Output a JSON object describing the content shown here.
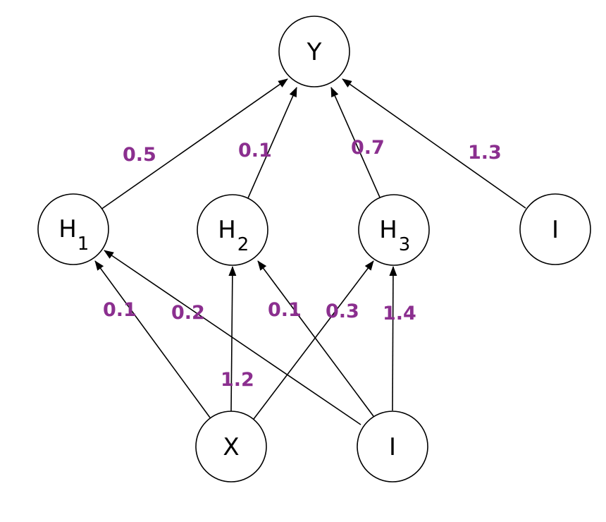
{
  "colors": {
    "node_stroke": "#000000",
    "edge": "#000000",
    "weight_text": "#8B2F8F"
  },
  "nodes": {
    "y": {
      "label": "Y",
      "sub": ""
    },
    "h1": {
      "label": "H",
      "sub": "1"
    },
    "h2": {
      "label": "H",
      "sub": "2"
    },
    "h3": {
      "label": "H",
      "sub": "3"
    },
    "bias_hidden": {
      "label": "I",
      "sub": ""
    },
    "x": {
      "label": "X",
      "sub": ""
    },
    "bias_input": {
      "label": "I",
      "sub": ""
    }
  },
  "edges": {
    "h1_y": {
      "from": "H1",
      "to": "Y",
      "weight": "0.5"
    },
    "h2_y": {
      "from": "H2",
      "to": "Y",
      "weight": "0.1"
    },
    "h3_y": {
      "from": "H3",
      "to": "Y",
      "weight": "0.7"
    },
    "bias_y": {
      "from": "I",
      "to": "Y",
      "weight": "1.3"
    },
    "x_h1": {
      "from": "X",
      "to": "H1",
      "weight": "0.1"
    },
    "bias_h1": {
      "from": "I",
      "to": "H1",
      "weight": "0.2"
    },
    "bias_h2": {
      "from": "I",
      "to": "H2",
      "weight": "0.1"
    },
    "x_h3": {
      "from": "X",
      "to": "H3",
      "weight": "0.3"
    },
    "bias_h3": {
      "from": "I",
      "to": "H3",
      "weight": "1.4"
    },
    "x_h2": {
      "from": "X",
      "to": "H2",
      "weight": "1.2"
    }
  }
}
